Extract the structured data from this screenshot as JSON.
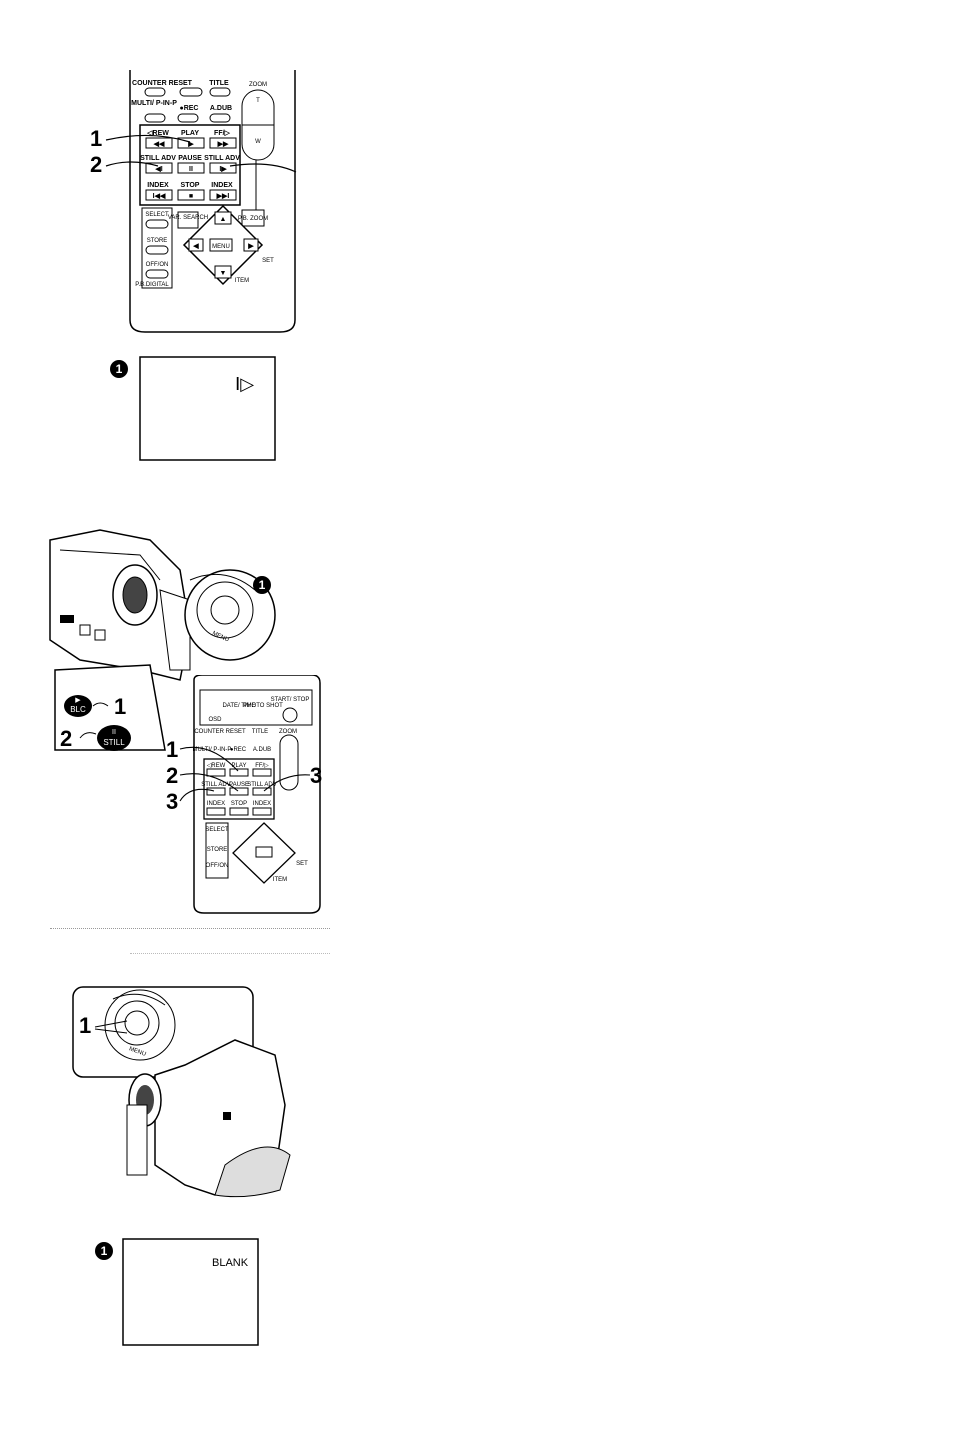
{
  "remote_top": {
    "buttons": {
      "counter_reset": "COUNTER RESET",
      "title": "TITLE",
      "zoom": "ZOOM",
      "zoom_t": "T",
      "zoom_w": "W",
      "multi_pinp": "MULTI/ P-IN-P",
      "rec": "●REC",
      "adub": "A.DUB",
      "rew": "◁REW",
      "play": "PLAY",
      "ff": "FF/▷",
      "still_adv_left": "STILL ADV",
      "pause": "PAUSE",
      "still_adv_right": "STILL ADV",
      "index_left": "INDEX",
      "stop": "STOP",
      "index_right": "INDEX",
      "select": "SELECT",
      "var_search": "VAR. SEARCH",
      "ps_zoom": "P.B. ZOOM",
      "store": "STORE",
      "menu": "MENU",
      "set": "SET",
      "off_on": "OFF/ON",
      "item": "ITEM",
      "pb_digital": "P.B.DIGITAL"
    },
    "callouts": [
      "1",
      "2"
    ]
  },
  "screen_1": {
    "marker": "1",
    "indicator": "I▷"
  },
  "camera_1": {
    "marker": "1",
    "menu_label": "MENU",
    "inset": {
      "blc_label": "BLC",
      "still_label": "STILL",
      "callout_1": "1",
      "callout_2": "2"
    }
  },
  "remote_mid": {
    "buttons": {
      "osd": "OSD",
      "date_time": "DATE/ TIME",
      "photo_shot": "PHOTO SHOT",
      "start_stop": "START/ STOP",
      "counter_reset": "COUNTER RESET",
      "title": "TITLE",
      "zoom": "ZOOM",
      "multi": "MULTI/ P-IN-P",
      "rec": "●REC",
      "adub": "A.DUB",
      "rew": "◁REW",
      "play": "PLAY",
      "ff": "FF/▷",
      "still_adv": "STILL ADV",
      "pause": "PAUSE",
      "still_adv_r": "STILL ADV",
      "index": "INDEX",
      "stop": "STOP",
      "index_r": "INDEX",
      "select": "SELECT",
      "store": "STORE",
      "off_on": "OFF/ON",
      "set": "SET",
      "item": "ITEM"
    },
    "callouts_left": [
      "1",
      "2",
      "3"
    ],
    "callout_right": "3"
  },
  "camera_2": {
    "callout": "1",
    "menu_label": "MENU"
  },
  "screen_2": {
    "marker": "1",
    "text": "BLANK"
  }
}
